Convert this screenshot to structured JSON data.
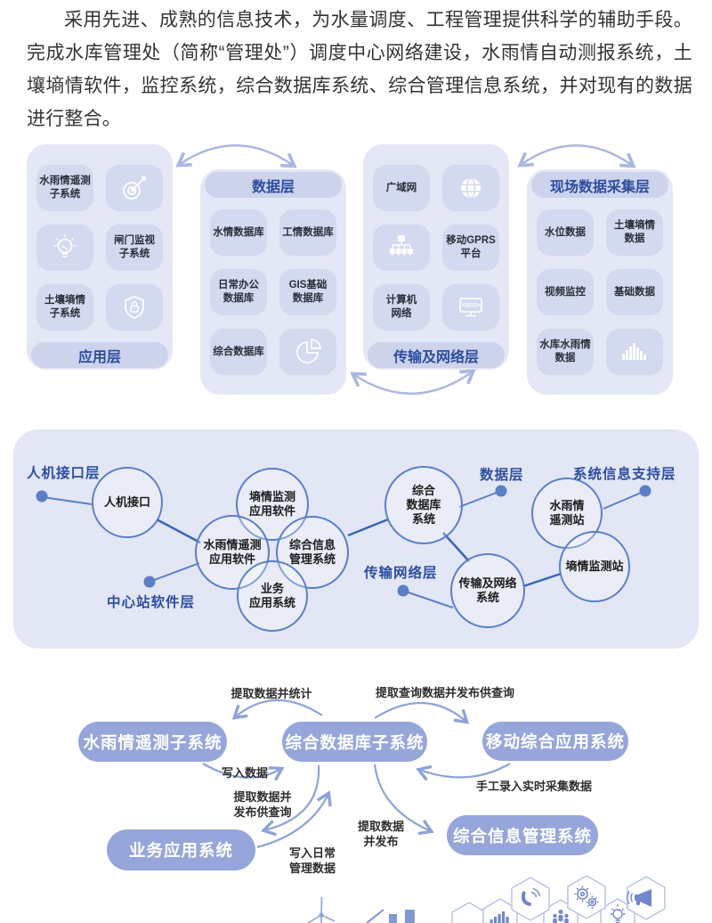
{
  "intro": {
    "text": "采用先进、成熟的信息技术，为水量调度、工程管理提供科学的辅助手段。完成水库管理处（简称“管理处”）调度中心网络建设，水雨情自动测报系统，土壤墒情软件，监控系统，综合数据库系统、综合管理信息系统，并对现有的数据进行整合。"
  },
  "layer_panels": {
    "seo_text": "<SEO>",
    "panels": [
      {
        "label": "应用层",
        "tiles": [
          {
            "label": "水雨情遥测\n子系统"
          },
          {
            "icon": "dart-target-icon"
          },
          {
            "icon": "lightbulb-icon"
          },
          {
            "label": "闸门监视\n子系统"
          },
          {
            "label": "土壤墒情\n子系统"
          },
          {
            "icon": "shield-lock-icon"
          }
        ]
      },
      {
        "label": "数据层",
        "tiles": [
          {
            "label": "水情数据库"
          },
          {
            "label": "工情数据库"
          },
          {
            "label": "日常办公\n数据库"
          },
          {
            "label": "GIS基础\n数据库"
          },
          {
            "label": "综合数据库"
          },
          {
            "icon": "pie-chart-icon"
          }
        ]
      },
      {
        "label": "传输及网络层",
        "tiles": [
          {
            "label": "广域网"
          },
          {
            "icon": "globe-icon"
          },
          {
            "icon": "sitemap-icon"
          },
          {
            "label": "移动GPRS\n平台"
          },
          {
            "label": "计算机\n网络"
          },
          {
            "icon": "seo-monitor-icon"
          }
        ]
      },
      {
        "label": "现场数据采集层",
        "tiles": [
          {
            "label": "水位数据"
          },
          {
            "label": "土壤墒情\n数据"
          },
          {
            "label": "视频监控"
          },
          {
            "label": "基础数据"
          },
          {
            "label": "水库水雨情\n数据"
          },
          {
            "icon": "bar-chart-icon"
          }
        ]
      }
    ]
  },
  "bubble_diagram": {
    "layer_labels": [
      {
        "text": "人机接口层"
      },
      {
        "text": "中心站软件层"
      },
      {
        "text": "数据层"
      },
      {
        "text": "传输网络层"
      },
      {
        "text": "系统信息支持层"
      }
    ],
    "circles": [
      {
        "label": "人机接口"
      },
      {
        "label": "墒情监测\n应用软件"
      },
      {
        "label": "水雨情遥测\n应用软件"
      },
      {
        "label": "综合信息\n管理系统"
      },
      {
        "label": "业务\n应用系统"
      },
      {
        "label": "综合\n数据库\n系统"
      },
      {
        "label": "传输及网络\n系统"
      },
      {
        "label": "水雨情\n遥测站"
      },
      {
        "label": "墒情监测站"
      }
    ]
  },
  "flow_diagram": {
    "nodes": [
      {
        "label": "水雨情遥测子系统"
      },
      {
        "label": "综合数据库子系统"
      },
      {
        "label": "移动综合应用系统"
      },
      {
        "label": "业务应用系统"
      },
      {
        "label": "综合信息管理系统"
      }
    ],
    "edges": [
      {
        "from": "综合数据库子系统",
        "to": "水雨情遥测子系统",
        "label": "提取数据并统计"
      },
      {
        "from": "水雨情遥测子系统",
        "to": "综合数据库子系统",
        "label": "写入数据"
      },
      {
        "from": "综合数据库子系统",
        "to": "业务应用系统",
        "label": "提取数据并\n发布供查询"
      },
      {
        "from": "业务应用系统",
        "to": "综合数据库子系统",
        "label": "写入日常\n管理数据"
      },
      {
        "from": "综合数据库子系统",
        "to": "综合信息管理系统",
        "label": "提取数据\n并发布"
      },
      {
        "from": "综合数据库子系统",
        "to": "移动综合应用系统",
        "label": "提取查询数据并发布供查询"
      },
      {
        "from": "移动综合应用系统",
        "to": "综合数据库子系统",
        "label": "手工录入实时采集数据"
      }
    ]
  },
  "decorations": {
    "icons": [
      "mini-chart-icon",
      "wind-turbine-icon",
      "bar-chart-hex-icon",
      "phone-hex-icon",
      "network-hex-icon",
      "gears-hex-icon",
      "lightbulb-hex-icon",
      "megaphone-hex-icon"
    ]
  },
  "colors": {
    "panel_bg": "#e4e7f5",
    "tile_bg": "#d3d9ee",
    "pill_bg": "#ccd3eb",
    "accent_blue": "#2d4da0",
    "circle_stroke": "#5b7ec7",
    "connect_line": "#3a64b5",
    "node_bg": "#96a6da",
    "flow_arrow": "#8da3d8",
    "top_arrow": "#aab8e0",
    "hex_stroke": "#b4c0e2",
    "hex_icon": "#7187ce"
  }
}
